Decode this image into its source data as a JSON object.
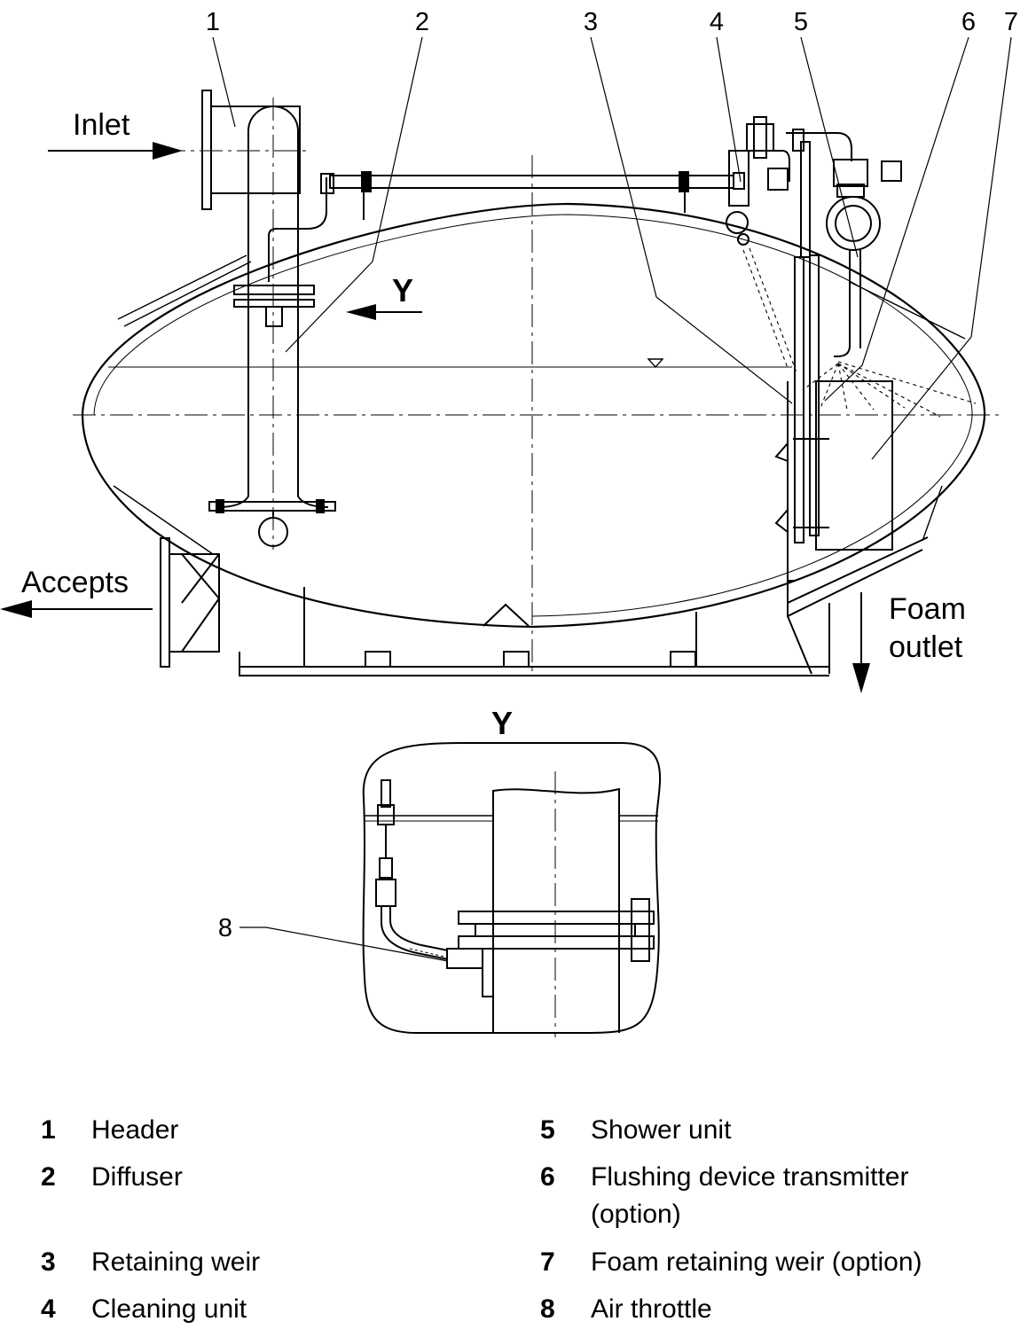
{
  "callouts": [
    "1",
    "2",
    "3",
    "4",
    "5",
    "6",
    "7",
    "8"
  ],
  "flows": {
    "inlet": "Inlet",
    "accepts": "Accepts",
    "foam_line1": "Foam",
    "foam_line2": "outlet",
    "view_marker": "Y",
    "view_title": "Y"
  },
  "legend": [
    {
      "num": "1",
      "text": "Header"
    },
    {
      "num": "2",
      "text": "Diffuser"
    },
    {
      "num": "3",
      "text": "Retaining weir"
    },
    {
      "num": "4",
      "text": "Cleaning unit"
    },
    {
      "num": "5",
      "text": "Shower unit"
    },
    {
      "num": "6",
      "text": "Flushing device transmitter (option)"
    },
    {
      "num": "7",
      "text": "Foam retaining weir (option)"
    },
    {
      "num": "8",
      "text": "Air throttle"
    }
  ]
}
